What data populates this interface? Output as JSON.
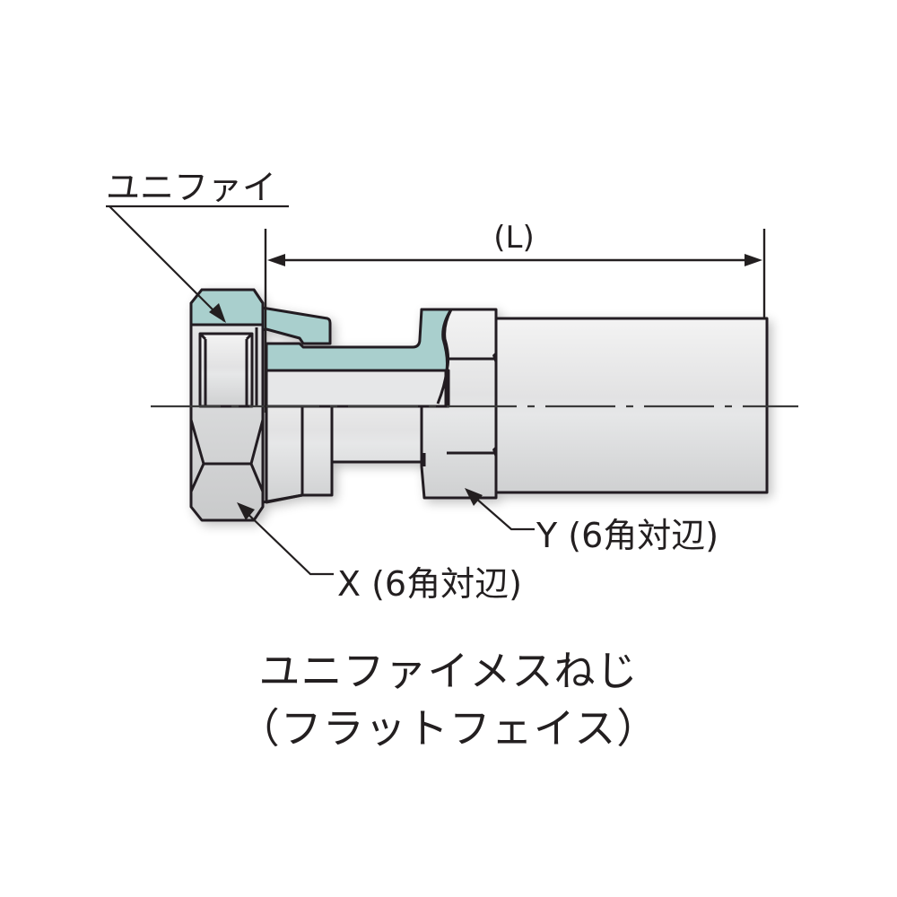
{
  "diagram": {
    "labels": {
      "union_part": "ユニファイ",
      "length_dim": "(L)",
      "hex_x": "X (6角対辺)",
      "hex_y": "Y (6角対辺)"
    },
    "title": {
      "line1": "ユニファイメスねじ",
      "line2": "（フラットフェイス）"
    },
    "colors": {
      "section_fill": "#a9cfcd",
      "body_fill": "#e4e5e6",
      "outline": "#231f20",
      "background": "#ffffff"
    }
  }
}
